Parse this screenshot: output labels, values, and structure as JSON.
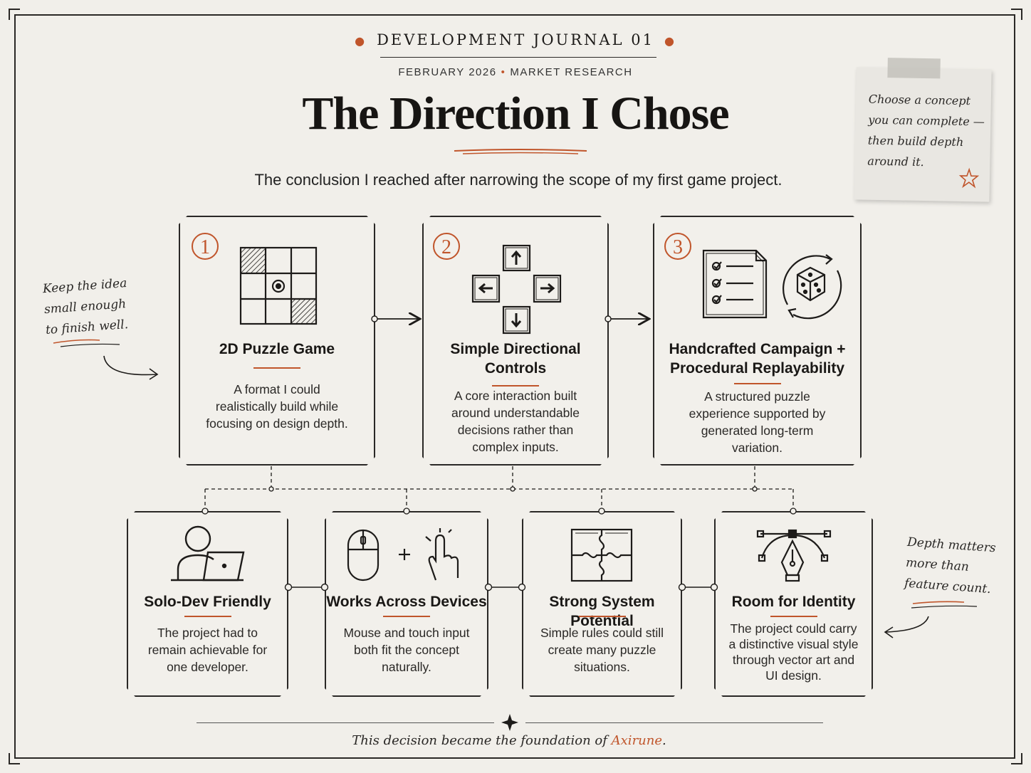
{
  "header": {
    "journal": "DEVELOPMENT JOURNAL 01",
    "date": "FEBRUARY 2026",
    "category": "MARKET RESEARCH",
    "title": "The Direction I Chose",
    "intro": "The conclusion I reached after narrowing the scope of my first game project."
  },
  "note": {
    "lines": [
      "Choose a concept",
      "you can complete —",
      "then build depth",
      "around it."
    ],
    "icon": "star-icon"
  },
  "annotations": {
    "left": [
      "Keep the idea",
      "small enough",
      "to finish well."
    ],
    "right": [
      "Depth matters",
      "more than",
      "feature count."
    ]
  },
  "top_cards": [
    {
      "number": "1",
      "title": "2D Puzzle Game",
      "desc": [
        "A format I could",
        "realistically build while",
        "focusing on design depth."
      ],
      "icon": "puzzle-grid-icon"
    },
    {
      "number": "2",
      "title": [
        "Simple Directional",
        "Controls"
      ],
      "desc": [
        "A core interaction built",
        "around understandable",
        "decisions rather than",
        "complex inputs."
      ],
      "icon": "arrow-keys-icon"
    },
    {
      "number": "3",
      "title": [
        "Handcrafted Campaign +",
        "Procedural Replayability"
      ],
      "desc": [
        "A structured puzzle",
        "experience supported by",
        "generated long-term",
        "variation."
      ],
      "icon": "checklist-dice-icon"
    }
  ],
  "bottom_cards": [
    {
      "title": "Solo-Dev Friendly",
      "desc": [
        "The project had to",
        "remain achievable for",
        "one developer."
      ],
      "icon": "developer-laptop-icon"
    },
    {
      "title": "Works Across Devices",
      "desc": [
        "Mouse and touch input",
        "both fit the concept",
        "naturally."
      ],
      "icon": "mouse-touch-icon"
    },
    {
      "title": "Strong System Potential",
      "desc": [
        "Simple rules could still",
        "create many puzzle",
        "situations."
      ],
      "icon": "jigsaw-icon"
    },
    {
      "title": "Room for Identity",
      "desc": [
        "The project could carry",
        "a distinctive visual style",
        "through vector art and",
        "UI design."
      ],
      "icon": "pen-tool-icon"
    }
  ],
  "footer": {
    "text": "This decision became the foundation of ",
    "brand": "Axirune",
    "end": "."
  },
  "colors": {
    "accent": "#c0552b",
    "ink": "#1d1b19",
    "paper": "#f1efea"
  }
}
